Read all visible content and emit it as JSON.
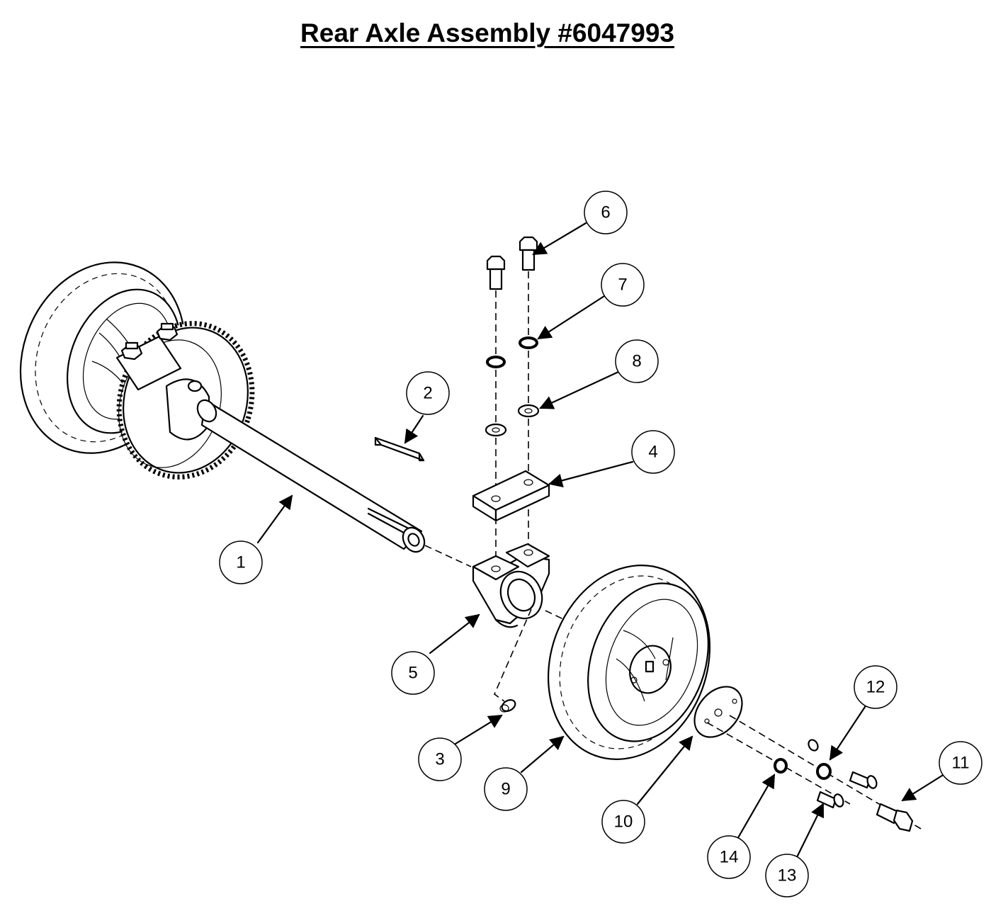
{
  "title": "Rear Axle Assembly #6047993",
  "callouts": [
    {
      "id": "c1",
      "label": "1"
    },
    {
      "id": "c2",
      "label": "2"
    },
    {
      "id": "c3",
      "label": "3"
    },
    {
      "id": "c4",
      "label": "4"
    },
    {
      "id": "c5",
      "label": "5"
    },
    {
      "id": "c6",
      "label": "6"
    },
    {
      "id": "c7",
      "label": "7"
    },
    {
      "id": "c8",
      "label": "8"
    },
    {
      "id": "c9",
      "label": "9"
    },
    {
      "id": "c10",
      "label": "10"
    },
    {
      "id": "c11",
      "label": "11"
    },
    {
      "id": "c12",
      "label": "12"
    },
    {
      "id": "c13",
      "label": "13"
    },
    {
      "id": "c14",
      "label": "14"
    }
  ]
}
